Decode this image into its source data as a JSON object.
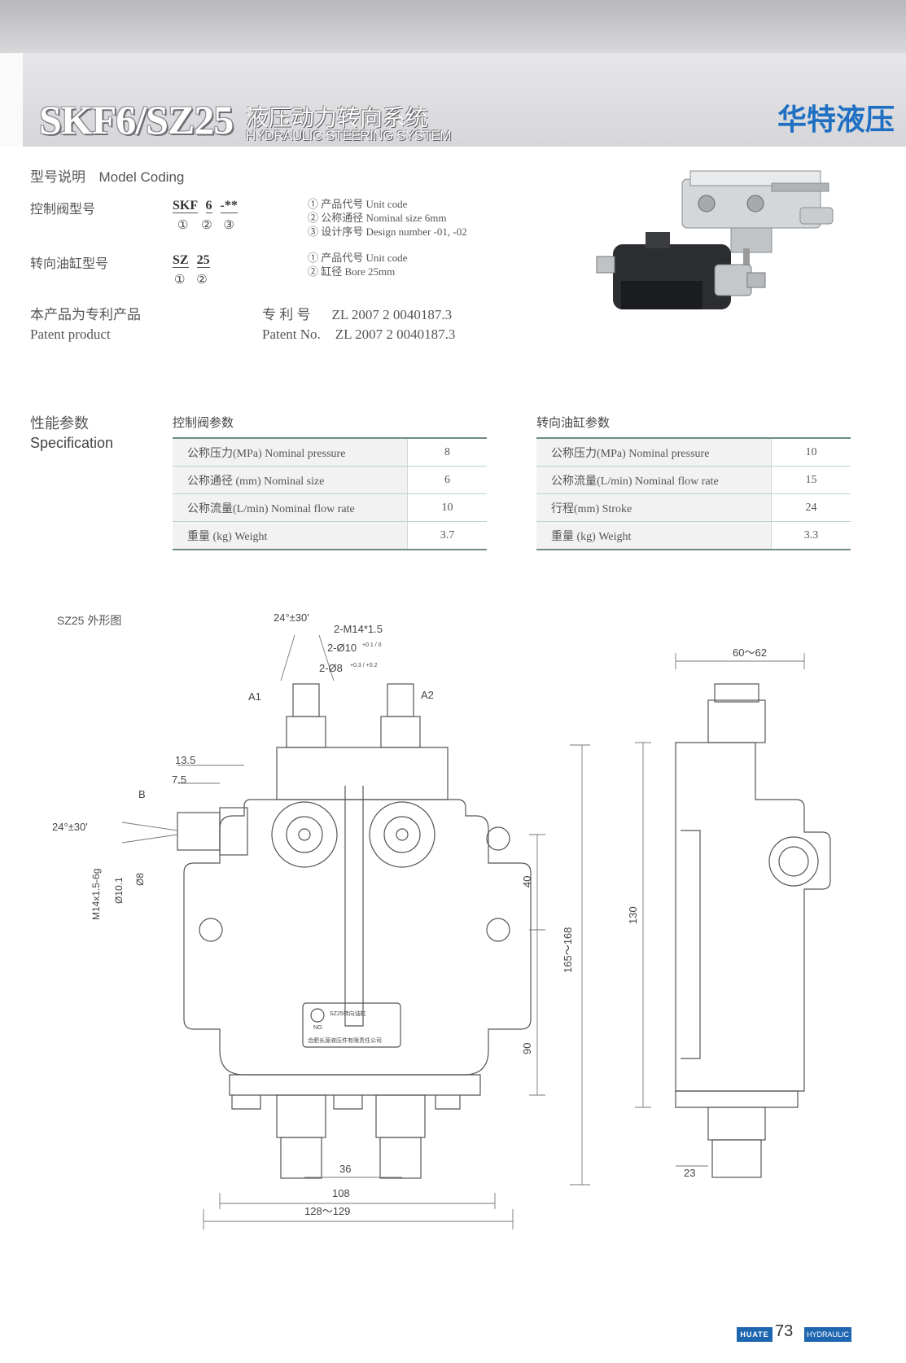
{
  "header": {
    "model": "SKF6/SZ25",
    "title_cn": "液压动力转向系统",
    "title_en": "HYDRAULIC STEERING SYSTEM",
    "brand": "华特液压"
  },
  "coding": {
    "heading_cn": "型号说明",
    "heading_en": "Model Coding",
    "valve": {
      "label": "控制阀型号",
      "code_parts": [
        "SKF",
        "6",
        "-**"
      ],
      "circles": [
        "①",
        "②",
        "③"
      ],
      "notes": [
        "① 产品代号  Unit code",
        "② 公称通径  Nominal size   6mm",
        "③ 设计序号  Design number   -01,  -02"
      ]
    },
    "cylinder": {
      "label": "转向油缸型号",
      "code_parts": [
        "SZ",
        "25"
      ],
      "circles": [
        "①",
        "②"
      ],
      "notes": [
        "① 产品代号  Unit code",
        "② 缸径  Bore   25mm"
      ]
    },
    "patent": {
      "cn_left": "本产品为专利产品",
      "en_left": "Patent  product",
      "cn_right_label": "专  利  号",
      "en_right_label": "Patent  No.",
      "number": "ZL 2007 2 0040187.3"
    }
  },
  "spec": {
    "heading_cn": "性能参数",
    "heading_en": "Specification",
    "valve_table": {
      "title": "控制阀参数",
      "rows": [
        {
          "name": "公称压力(MPa)   Nominal pressure",
          "value": "8"
        },
        {
          "name": "公称通径 (mm)   Nominal size",
          "value": "6"
        },
        {
          "name": "公称流量(L/min)   Nominal flow rate",
          "value": "10"
        },
        {
          "name": "重量 (kg)   Weight",
          "value": "3.7"
        }
      ]
    },
    "cylinder_table": {
      "title": "转向油缸参数",
      "rows": [
        {
          "name": "公称压力(MPa)   Nominal pressure",
          "value": "10"
        },
        {
          "name": "公称流量(L/min)   Nominal flow rate",
          "value": "15"
        },
        {
          "name": "行程(mm)   Stroke",
          "value": "24"
        },
        {
          "name": "重量 (kg)   Weight",
          "value": "3.3"
        }
      ]
    }
  },
  "drawing": {
    "label": "SZ25  外形图",
    "dims": {
      "angle_top": "24°±30'",
      "thread_top": "2-M14*1.5",
      "d10": "2-Ø10",
      "d10_tol": "+0.1 / 0",
      "d8": "2-Ø8",
      "d8_tol": "+0.3 / +0.2",
      "a1": "A1",
      "a2": "A2",
      "d13_5": "13.5",
      "d7_5": "7.5",
      "b": "B",
      "angle_left": "24°±30'",
      "m14": "M14x1.5-6g",
      "phi10": "Ø10.1",
      "phi8": "Ø8",
      "d40": "40",
      "d90": "90",
      "d165": "165～168",
      "d36": "36",
      "d108": "108",
      "d128": "128～129",
      "d60": "60～62",
      "d130": "130",
      "d23": "23",
      "plate_title": "SZ25转向油缸",
      "plate_no": "NO.",
      "plate_company": "合肥长源液压件有限责任公司"
    }
  },
  "footer": {
    "brand": "HUATE",
    "page": "73",
    "section": "HYDRAULIC"
  },
  "colors": {
    "brand_blue": "#1f6fc2",
    "table_rule": "#6e8d7f"
  }
}
